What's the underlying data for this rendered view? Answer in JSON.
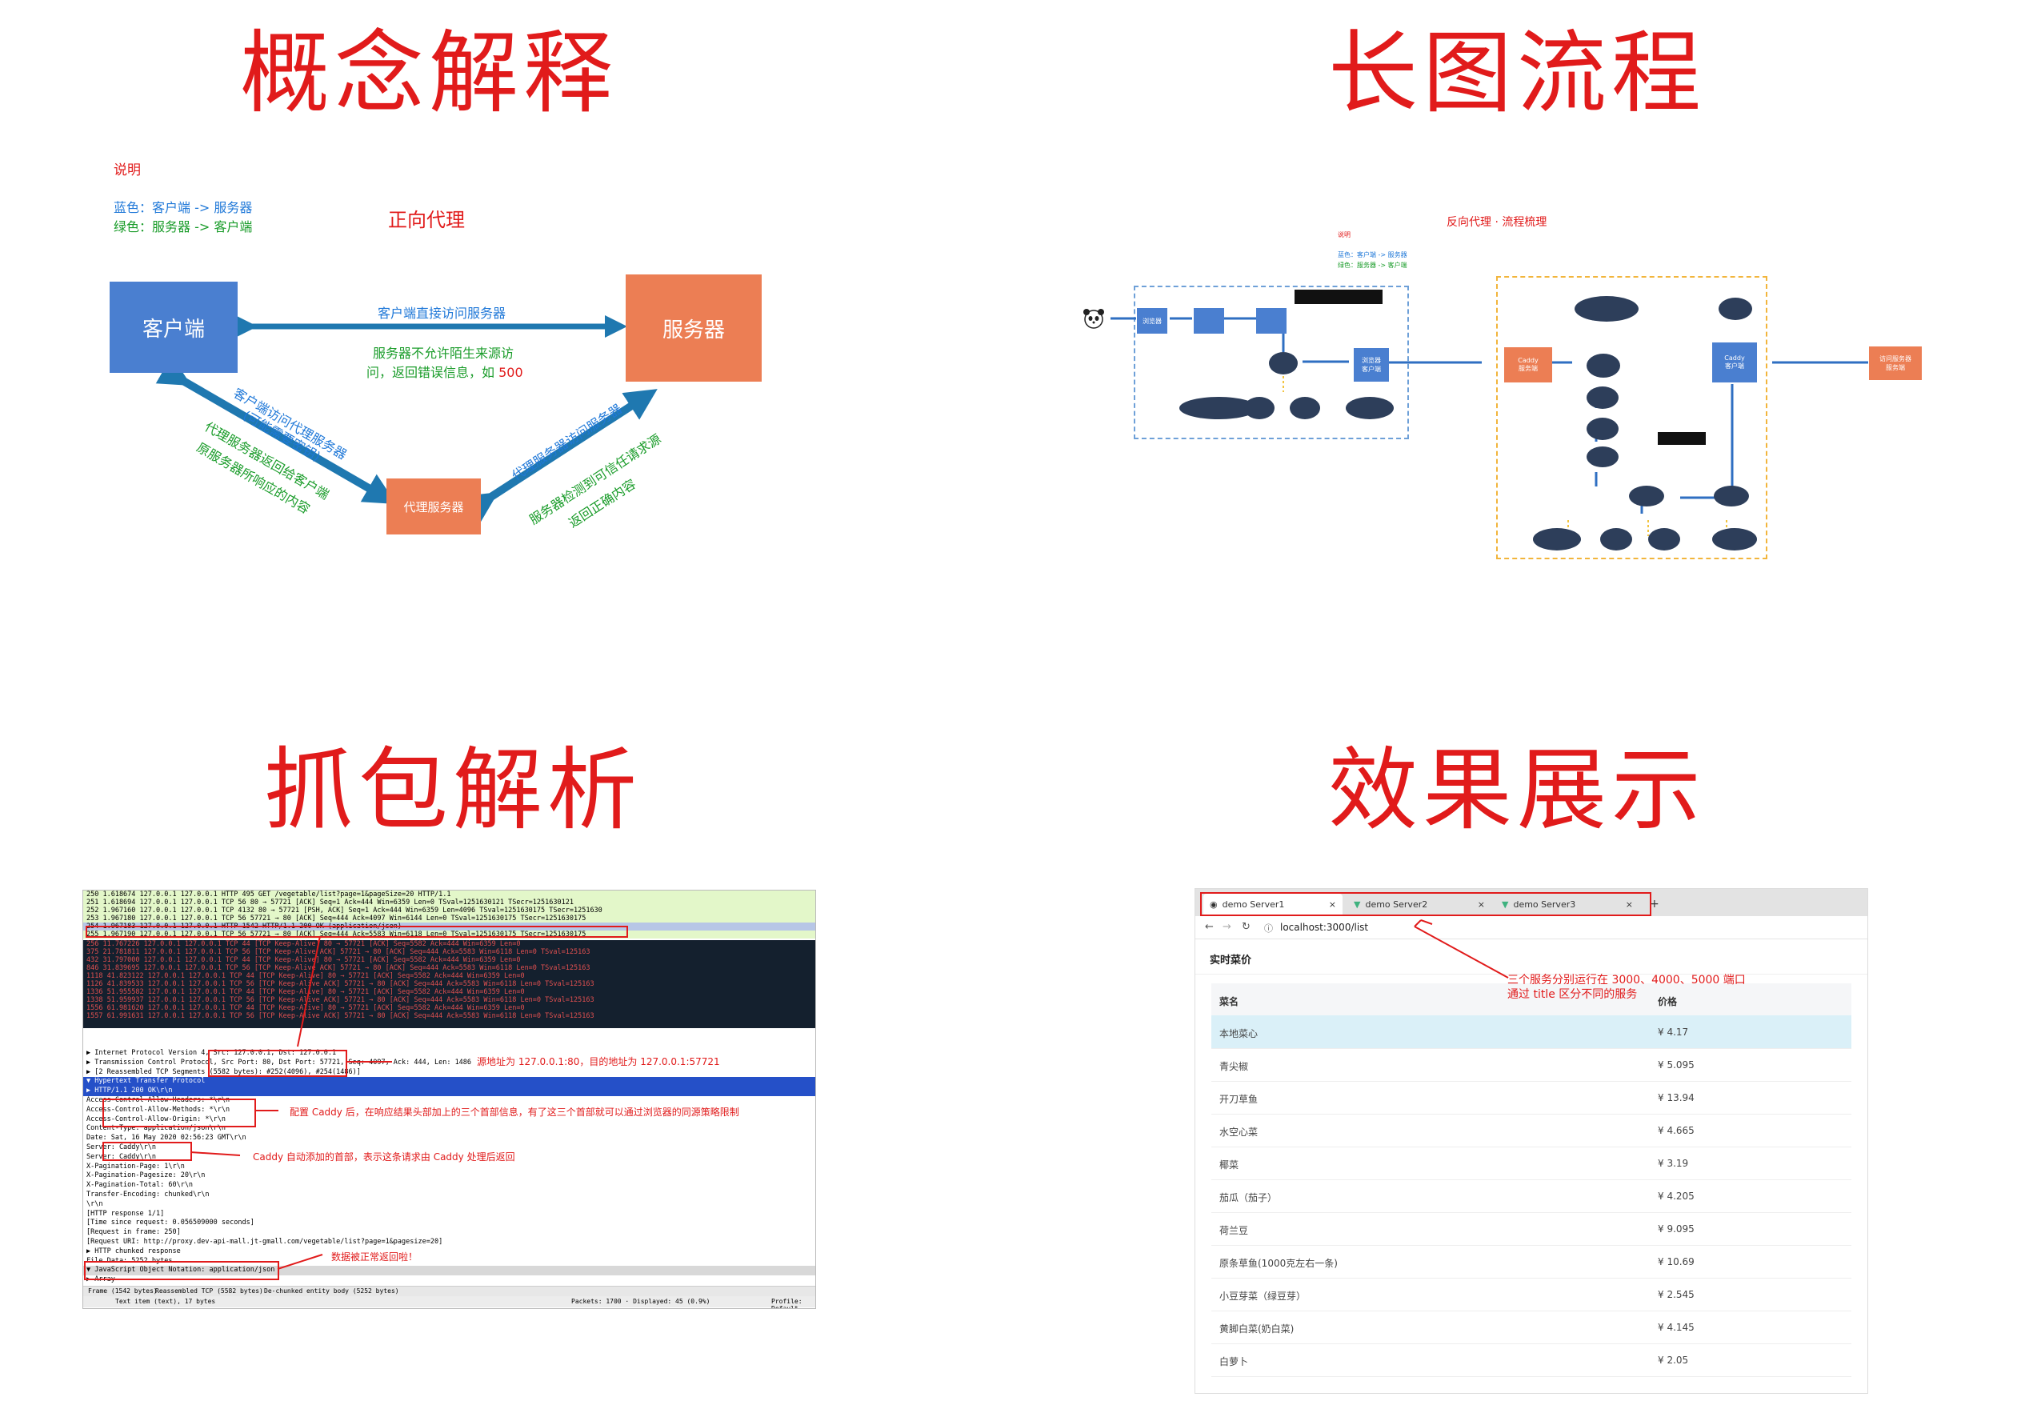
{
  "titles": {
    "concept": "概念解释",
    "flow": "长图流程",
    "capture": "抓包解析",
    "demo": "效果展示"
  },
  "concept": {
    "legend_title": "说明",
    "legend_blue": "蓝色：客户端 -> 服务器",
    "legend_green": "绿色：服务器 -> 客户端",
    "heading": "正向代理",
    "client": "客户端",
    "server": "服务器",
    "proxy": "代理服务器",
    "direct": "客户端直接访问服务器",
    "refuse_1": "服务器不允许陌生来源访",
    "refuse_2": "问，返回错误信息，如",
    "refuse_code": "500",
    "client_to_proxy_1": "客户端访问代理服务器",
    "client_to_proxy_2": "(可能需要密钥)",
    "proxy_to_client_1": "代理服务器返回给客户端",
    "proxy_to_client_2": "原服务器所响应的内容",
    "proxy_to_server": "代理服务器访问服务器",
    "server_to_proxy_1": "服务器检测到可信任请求源",
    "server_to_proxy_2": "返回正确内容",
    "colors": {
      "blue_box": "#4a7fd0",
      "orange_box": "#ec7e54",
      "arrow": "#1f78b0",
      "red": "#e11b1b",
      "green": "#1a9c2a",
      "blue_text": "#1f78d8"
    }
  },
  "flow": {
    "title": "反向代理 · 流程梳理",
    "legend_title": "说明",
    "legend_blue": "蓝色：客户端 -> 服务器",
    "legend_green": "绿色：服务器 -> 客户端",
    "browser": "浏览器",
    "browser_client": "浏览器\n客户端",
    "caddy_server": "Caddy\n服务端",
    "caddy_client": "Caddy\n客户端",
    "target_server": "访问服务器\n服务端"
  },
  "capture": {
    "ann_addr": "源地址为 127.0.0.1:80，目的地址为 127.0.0.1:57721",
    "ann_cors": "配置 Caddy 后，在响应结果头部加上的三个首部信息，有了这三个首部就可以通过浏览器的同源策略限制",
    "ann_server": "Caddy 自动添加的首部，表示这条请求由 Caddy 处理后返回",
    "ann_data": "数据被正常返回啦！",
    "top_rows": [
      "250  1.618674   127.0.0.1      127.0.0.1      HTTP      495 GET /vegetable/list?page=1&pageSize=20 HTTP/1.1",
      "251  1.618694   127.0.0.1      127.0.0.1      TCP        56 80 → 57721 [ACK] Seq=1 Ack=444 Win=6359 Len=0 TSval=1251630121 TSecr=1251630121",
      "252  1.967160   127.0.0.1      127.0.0.1      TCP      4132 80 → 57721 [PSH, ACK] Seq=1 Ack=444 Win=6359 Len=4096 TSval=1251630175 TSecr=1251630",
      "253  1.967180   127.0.0.1      127.0.0.1      TCP        56 57721 → 80 [ACK] Seq=444 Ack=4097 Win=6144 Len=0 TSval=1251630175 TSecr=1251630175",
      "254  1.967183   127.0.0.1      127.0.0.1      HTTP     1542 HTTP/1.1 200 OK  (application/json)",
      "255  1.967190   127.0.0.1      127.0.0.1      TCP        56 57721 → 80 [ACK] Seq=444 Ack=5583 Win=6118 Len=0 TSval=1251630175 TSecr=1251630175"
    ],
    "dark_rows": [
      "256  11.767226  127.0.0.1      127.0.0.1      TCP        44 [TCP Keep-Alive] 80 → 57721 [ACK] Seq=5582 Ack=444 Win=6359 Len=0",
      "375  21.781811  127.0.0.1      127.0.0.1      TCP        56 [TCP Keep-Alive ACK] 57721 → 80 [ACK] Seq=444 Ack=5583 Win=6118 Len=0 TSval=125163",
      "432  31.797000  127.0.0.1      127.0.0.1      TCP        44 [TCP Keep-Alive] 80 → 57721 [ACK] Seq=5582 Ack=444 Win=6359 Len=0",
      "846  31.839695  127.0.0.1      127.0.0.1      TCP        56 [TCP Keep-Alive ACK] 57721 → 80 [ACK] Seq=444 Ack=5583 Win=6118 Len=0 TSval=125163",
      "1118 41.823122  127.0.0.1      127.0.0.1      TCP        44 [TCP Keep-Alive] 80 → 57721 [ACK] Seq=5582 Ack=444 Win=6359 Len=0",
      "1126 41.839533  127.0.0.1      127.0.0.1      TCP        56 [TCP Keep-Alive ACK] 57721 → 80 [ACK] Seq=444 Ack=5583 Win=6118 Len=0 TSval=125163",
      "1336 51.955582  127.0.0.1      127.0.0.1      TCP        44 [TCP Keep-Alive] 80 → 57721 [ACK] Seq=5582 Ack=444 Win=6359 Len=0",
      "1338 51.959937  127.0.0.1      127.0.0.1      TCP        56 [TCP Keep-Alive ACK] 57721 → 80 [ACK] Seq=444 Ack=5583 Win=6118 Len=0 TSval=125163",
      "1556 61.981620  127.0.0.1      127.0.0.1      TCP        44 [TCP Keep-Alive] 80 → 57721 [ACK] Seq=5582 Ack=444 Win=6359 Len=0",
      "1557 61.991631  127.0.0.1      127.0.0.1      TCP        56 [TCP Keep-Alive ACK] 57721 → 80 [ACK] Seq=444 Ack=5583 Win=6118 Len=0 TSval=125163"
    ],
    "detail_rows": [
      "▶ Internet Protocol Version 4, Src: 127.0.0.1, Dst: 127.0.0.1",
      "▶ Transmission Control Protocol, Src Port: 80, Dst Port: 57721, Seq: 4097, Ack: 444, Len: 1486",
      "▶ [2 Reassembled TCP Segments (5582 bytes): #252(4096), #254(1486)]",
      "▼ Hypertext Transfer Protocol",
      "  ▶ HTTP/1.1 200 OK\\r\\n",
      "    Access-Control-Allow-Headers: *\\r\\n",
      "    Access-Control-Allow-Methods: *\\r\\n",
      "    Access-Control-Allow-Origin: *\\r\\n",
      "    Content-Type: application/json\\r\\n",
      "    Date: Sat, 16 May 2020 02:56:23 GMT\\r\\n",
      "    Server: Caddy\\r\\n",
      "    Server: Caddy\\r\\n",
      "    X-Pagination-Page: 1\\r\\n",
      "    X-Pagination-Pagesize: 20\\r\\n",
      "    X-Pagination-Total: 60\\r\\n",
      "    Transfer-Encoding: chunked\\r\\n",
      "    \\r\\n",
      "    [HTTP response 1/1]",
      "    [Time since request: 0.056509000 seconds]",
      "    [Request in frame: 250]",
      "    [Request URI: http://proxy.dev-api-mall.jt-gmall.com/vegetable/list?page=1&pagesize=20]",
      "  ▶ HTTP chunked response",
      "    File Data: 5252 bytes",
      "▼ JavaScript Object Notation: application/json",
      "  ▶ Array"
    ],
    "status_tabs": [
      "Frame (1542 bytes)",
      "Reassembled TCP (5582 bytes)",
      "De-chunked entity body (5252 bytes)"
    ],
    "status_left": "Text item (text), 17 bytes",
    "status_mid": "Packets: 1700 · Displayed: 45 (0.9%)",
    "status_right": "Profile: Default"
  },
  "demo": {
    "tabs": [
      "demo Server1",
      "demo Server2",
      "demo Server3"
    ],
    "url": "localhost:3000/list",
    "page_title": "实时菜价",
    "annotation_1": "三个服务分别运行在 3000、4000、5000 端口",
    "annotation_2": "通过 title 区分不同的服务",
    "col_name": "菜名",
    "col_price": "价格",
    "rows": [
      {
        "name": "本地菜心",
        "price": "¥ 4.17"
      },
      {
        "name": "青尖椒",
        "price": "¥ 5.095"
      },
      {
        "name": "开刀草鱼",
        "price": "¥ 13.94"
      },
      {
        "name": "水空心菜",
        "price": "¥ 4.665"
      },
      {
        "name": "椰菜",
        "price": "¥ 3.19"
      },
      {
        "name": "茄瓜（茄子）",
        "price": "¥ 4.205"
      },
      {
        "name": "荷兰豆",
        "price": "¥ 9.095"
      },
      {
        "name": "原条草鱼(1000克左右一条)",
        "price": "¥ 10.69"
      },
      {
        "name": "小豆芽菜（绿豆芽）",
        "price": "¥ 2.545"
      },
      {
        "name": "黄脚白菜(奶白菜)",
        "price": "¥ 4.145"
      },
      {
        "name": "白萝卜",
        "price": "¥ 2.05"
      }
    ]
  }
}
